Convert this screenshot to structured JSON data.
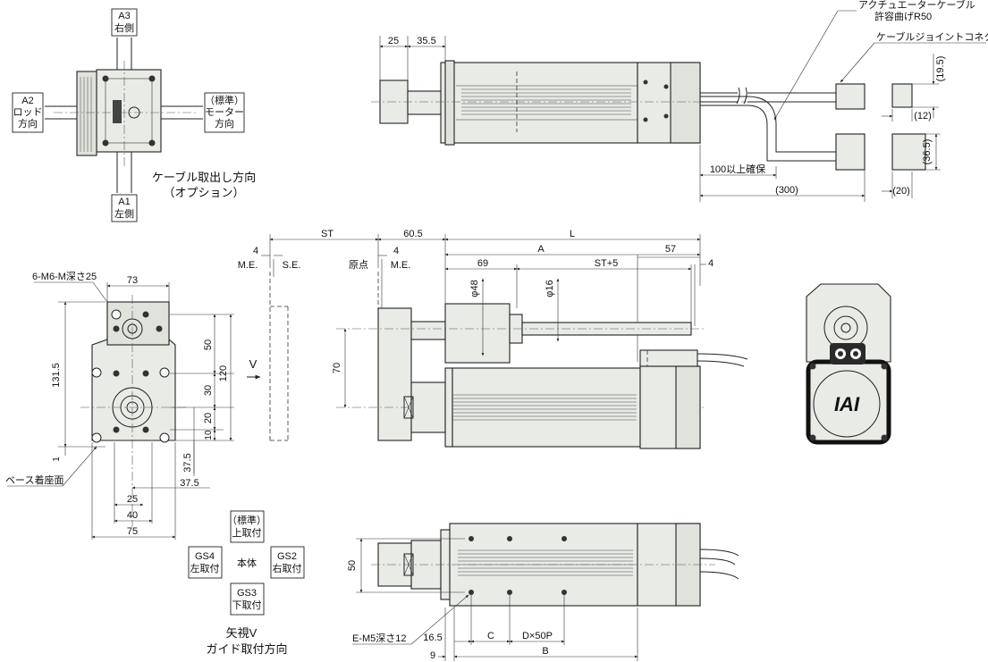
{
  "top_left_view": {
    "a3": {
      "code": "A3",
      "label": "右側"
    },
    "a1": {
      "code": "A1",
      "label": "左側"
    },
    "a2": {
      "code": "A2",
      "line1": "ロッド",
      "line2": "方向"
    },
    "motor": {
      "line1": "（標準）",
      "line2": "モーター",
      "line3": "方向"
    },
    "caption1": "ケーブル取出し方向",
    "caption2": "（オプション）"
  },
  "top_view": {
    "dim_25": "25",
    "dim_35_5": "35.5",
    "cable_label_1": "アクチュエーターケーブル",
    "cable_label_2": "許容曲げR50",
    "joint_label": "ケーブルジョイントコネクター",
    "dim_100": "100以上確保",
    "dim_300": "(300)",
    "dim_19_5": "(19.5)",
    "dim_12": "(12)",
    "dim_36_5": "(36.5)",
    "dim_20": "(20)"
  },
  "side_view": {
    "dim_st": "ST",
    "dim_60_5": "60.5",
    "dim_L": "L",
    "dim_4a": "4",
    "dim_4b": "4",
    "dim_4c": "4",
    "me1": "M.E.",
    "se": "S.E.",
    "origin": "原点",
    "me2": "M.E.",
    "dim_69": "69",
    "dim_A": "A",
    "dim_st5": "ST+5",
    "dim_57": "57",
    "phi48": "φ48",
    "phi16": "φ16",
    "dim_70": "70",
    "v_label": "V"
  },
  "front_view": {
    "tap": "6-M6-M深さ25",
    "dim_73": "73",
    "dim_131_5": "131.5",
    "dim_50": "50",
    "dim_120": "120",
    "dim_30": "30",
    "dim_20": "20",
    "dim_10": "10",
    "dim_1": "1",
    "dim_37_5a": "37.5",
    "dim_37_5b": "37.5",
    "dim_25": "25",
    "dim_40": "40",
    "dim_75": "75",
    "base_label": "ベース着座面"
  },
  "mount_table": {
    "top": {
      "line1": "（標準）",
      "line2": "上取付"
    },
    "gs4": {
      "line1": "GS4",
      "line2": "左取付"
    },
    "center": "本体",
    "gs2": {
      "line1": "GS2",
      "line2": "右取付"
    },
    "gs3": {
      "line1": "GS3",
      "line2": "下取付"
    },
    "caption1": "矢視V",
    "caption2": "ガイド取付方向"
  },
  "bottom_view": {
    "dim_50": "50",
    "tap": "E-M5深さ12",
    "dim_16_5": "16.5",
    "dim_C": "C",
    "dim_D": "D×50P",
    "dim_9": "9",
    "dim_B": "B"
  },
  "end_view": {
    "logo": "IAI"
  }
}
